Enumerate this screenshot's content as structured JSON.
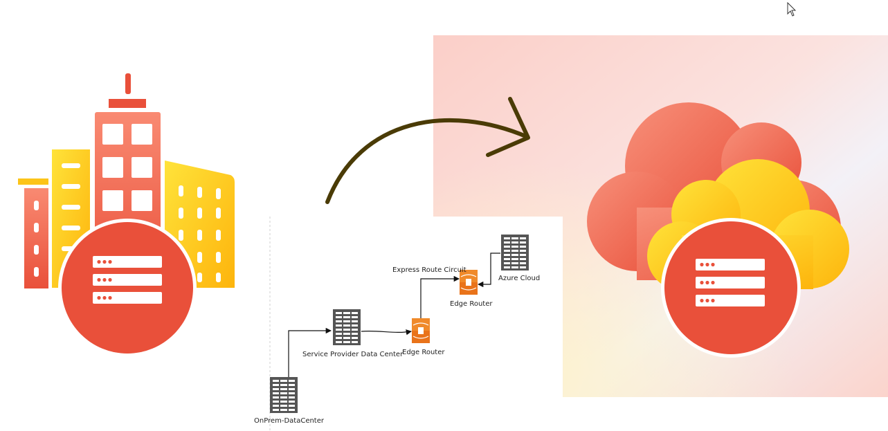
{
  "diagram": {
    "nodes": [
      {
        "id": "onprem",
        "label": "OnPrem-DataCenter"
      },
      {
        "id": "spdc",
        "label": "Service Provider Data Center"
      },
      {
        "id": "edge1",
        "label": "Edge Router"
      },
      {
        "id": "edge2",
        "label": "Edge Router"
      },
      {
        "id": "azure",
        "label": "Azure Cloud"
      }
    ],
    "edges": [
      {
        "from": "onprem",
        "to": "spdc"
      },
      {
        "from": "spdc",
        "to": "edge1"
      },
      {
        "from": "edge1",
        "to": "edge2",
        "label": "Express Route Circuit"
      },
      {
        "from": "azure",
        "to": "edge2"
      }
    ]
  },
  "icons": {
    "building": "office-building-icon",
    "cloud": "cloud-icon",
    "server": "server-rack-icon",
    "router": "router-icon",
    "arrow": "migration-arrow-icon"
  },
  "colors": {
    "red": "#e9503a",
    "red_light": "#f58a72",
    "yellow": "#fcc419",
    "yellow_dark": "#fdb40c",
    "arrow": "#4a3b06",
    "server_icon": "#555555",
    "router_orange": "#f08a2a",
    "panel_pink": "#fbd3cd"
  }
}
